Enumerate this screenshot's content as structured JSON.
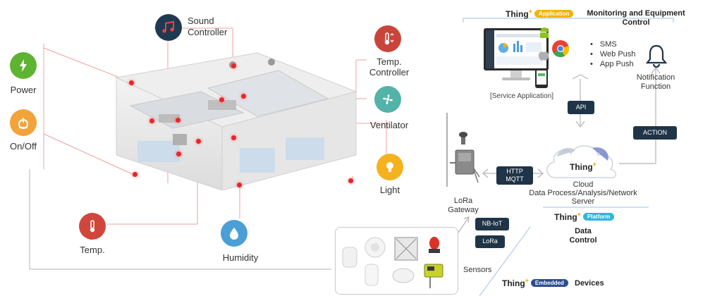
{
  "building_side": {
    "items": [
      {
        "key": "sound",
        "label": "Sound Controller",
        "label_lines": [
          "Sound",
          "Controller"
        ],
        "icon": "music-note-icon",
        "color": "#1f3a50"
      },
      {
        "key": "power",
        "label": "Power",
        "icon": "power-bolt-icon",
        "color": "#5fb332"
      },
      {
        "key": "onoff",
        "label": "On/Off",
        "icon": "switch-icon",
        "color": "#f2a33a"
      },
      {
        "key": "temp_controller",
        "label_lines": [
          "Temp.",
          "Controller"
        ],
        "icon": "thermometer-controller-icon",
        "color": "#c9453a"
      },
      {
        "key": "ventilator",
        "label": "Ventilator",
        "icon": "fan-icon",
        "color": "#52b3a8"
      },
      {
        "key": "light",
        "label": "Light",
        "icon": "bulb-icon",
        "color": "#f4b21f"
      },
      {
        "key": "temp",
        "label": "Temp.",
        "icon": "thermometer-icon",
        "color": "#d1463c"
      },
      {
        "key": "humidity",
        "label": "Humidity",
        "icon": "water-drop-icon",
        "color": "#4b9fd6"
      }
    ]
  },
  "app_layer": {
    "brand": "Thing",
    "brand_sup": "+",
    "tag": "Application",
    "tag_color": "#f2b400",
    "title": "Monitoring and Equipment Control",
    "service_label": "[Service Application]",
    "notifications": [
      "SMS",
      "Web Push",
      "App Push"
    ],
    "notification_label_lines": [
      "Notification",
      "Function"
    ]
  },
  "connectors": {
    "api": "API",
    "action": "ACTION",
    "http_mqtt": [
      "HTTP",
      "MQTT"
    ],
    "nbiot": "NB-IoT",
    "lora": "LoRa"
  },
  "platform_layer": {
    "cloud_brand": "Thing",
    "cloud_brand_sup": "+",
    "cloud_label_lines": [
      "Cloud",
      "Data Process/Analysis/Network",
      "Server"
    ],
    "brand": "Thing",
    "brand_sup": "+",
    "tag": "Platform",
    "tag_color": "#2eb6d9",
    "title_lines": [
      "Data",
      "Control"
    ]
  },
  "gateway": {
    "label_lines": [
      "LoRa",
      "Gateway"
    ]
  },
  "devices_layer": {
    "sensors_label": "Sensors",
    "brand": "Thing",
    "brand_sup": "+",
    "tag": "Embedded",
    "tag_color": "#2e4d8f",
    "title": "Devices"
  },
  "colors": {
    "line_red": "#f0a0a0",
    "line_blue": "#9ec3e6",
    "line_grey": "#b5b5b5",
    "pill_bg": "#1f3447"
  }
}
